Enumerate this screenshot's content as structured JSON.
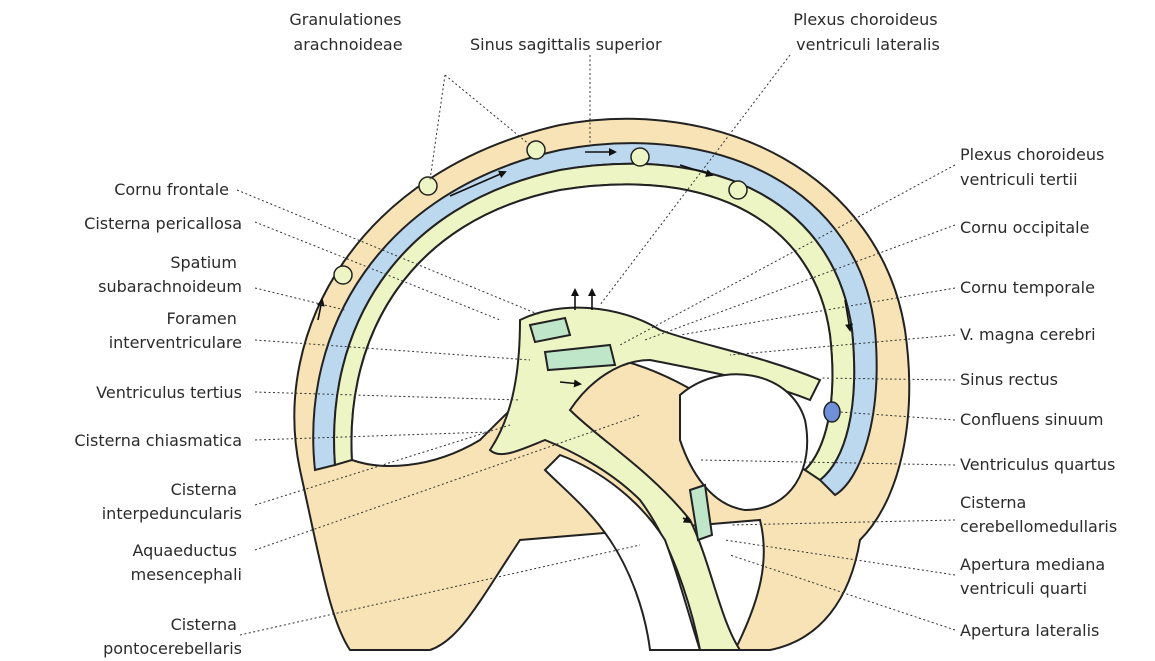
{
  "labels": {
    "granulationes": [
      "Granulationes",
      "arachnoideae"
    ],
    "sinus_sagittalis": "Sinus sagittalis superior",
    "plexus_lateralis": [
      "Plexus choroideus",
      "ventriculi lateralis"
    ],
    "plexus_tertii": [
      "Plexus choroideus",
      "ventriculi tertii"
    ],
    "cornu_occipitale": "Cornu occipitale",
    "cornu_temporale": "Cornu temporale",
    "v_magna": "V. magna cerebri",
    "sinus_rectus": "Sinus rectus",
    "confluens": "Confluens sinuum",
    "ventriculus_quartus": "Ventriculus quartus",
    "cisterna_cerebellomedullaris": [
      "Cisterna",
      "cerebellomedullaris"
    ],
    "apertura_mediana": [
      "Apertura mediana",
      "ventriculi quarti"
    ],
    "apertura_lateralis": "Apertura lateralis",
    "cornu_frontale": "Cornu frontale",
    "cisterna_pericallosa": "Cisterna pericallosa",
    "spatium": [
      "Spatium",
      "subarachnoideum"
    ],
    "foramen": [
      "Foramen",
      "interventriculare"
    ],
    "ventriculus_tertius": "Ventriculus tertius",
    "cisterna_chiasmatica": "Cisterna chiasmatica",
    "cisterna_interpeduncularis": [
      "Cisterna",
      "interpeduncularis"
    ],
    "aquaeductus": [
      "Aquaeductus",
      "mesencephali"
    ],
    "cisterna_pontocerebellaris": [
      "Cisterna",
      "pontocerebellaris"
    ]
  },
  "colors": {
    "skull": "#f7e3b5",
    "sinus": "#bcd8ef",
    "csf": "#eef5c4",
    "plexus": "#bfe6c8",
    "outline": "#222222"
  }
}
